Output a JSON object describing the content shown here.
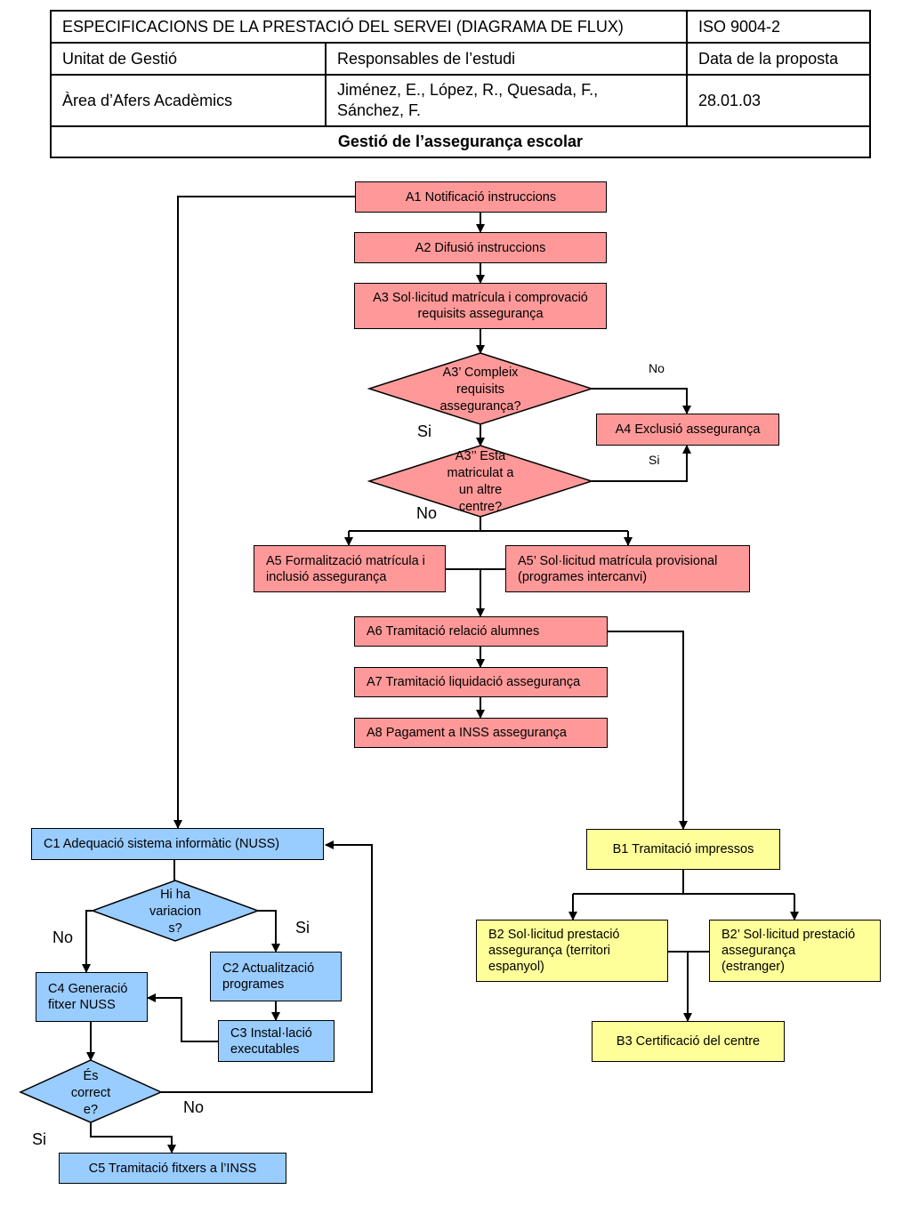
{
  "header": {
    "title": "ESPECIFICACIONS DE LA PRESTACIÓ DEL SERVEI (DIAGRAMA DE FLUX)",
    "standard": "ISO 9004-2",
    "col1_label": "Unitat de Gestió",
    "col2_label": "Responsables de l’estudi",
    "col3_label": "Data de la proposta",
    "unit": "Àrea d’Afers Acadèmics",
    "responsibles_line1": "Jiménez, E., López, R., Quesada, F.,",
    "responsibles_line2": "Sánchez, F.",
    "date": "28.01.03",
    "process_title": "Gestió de l’assegurança escolar"
  },
  "nodes": {
    "a1": "A1 Notificació instruccions",
    "a2": "A2 Difusió instruccions",
    "a3_l1": "A3 Sol·licitud matrícula i comprovació",
    "a3_l2": "requisits assegurança",
    "d_a3p_l1": "A3’ Compleix",
    "d_a3p_l2": "requisits",
    "d_a3p_l3": "assegurança?",
    "a4": "A4 Exclusió assegurança",
    "d_a3pp_l1": "A3’’ Esta",
    "d_a3pp_l2": "matriculat a",
    "d_a3pp_l3": "un altre",
    "d_a3pp_l4": "centre?",
    "a5_l1": "A5 Formalització matrícula i",
    "a5_l2": "inclusió assegurança",
    "a5p_l1": "A5’ Sol·licitud matrícula provisional",
    "a5p_l2": "(programes intercanvi)",
    "a6": "A6 Tramitació relació alumnes",
    "a7": "A7 Tramitació liquidació assegurança",
    "a8": "A8 Pagament a INSS assegurança",
    "b1": "B1 Tramitació impressos",
    "b2_l1": "B2 Sol·licitud prestació",
    "b2_l2": "assegurança (territori",
    "b2_l3": "espanyol)",
    "b2p_l1": "B2’ Sol·licitud prestació",
    "b2p_l2": "assegurança",
    "b2p_l3": "(estranger)",
    "b3": "B3 Certificació del centre",
    "c1": "C1 Adequació sistema informàtic (NUSS)",
    "d_c_var_l1": "Hi ha",
    "d_c_var_l2": "variacion",
    "d_c_var_l3": "s?",
    "c2_l1": "C2 Actualització",
    "c2_l2": "programes",
    "c3_l1": "C3 Instal·lació",
    "c3_l2": "executables",
    "c4_l1": "C4 Generació",
    "c4_l2": "fitxer NUSS",
    "d_c_ok_l1": "És",
    "d_c_ok_l2": "correct",
    "d_c_ok_l3": "e?",
    "c5": "C5 Tramitació fitxers a l’INSS"
  },
  "labels": {
    "a3p_no": "No",
    "a3p_si": "Si",
    "a3pp_si": "Si",
    "a3pp_no": "No",
    "var_no": "No",
    "var_si": "Si",
    "ok_no": "No",
    "ok_si": "Si"
  },
  "colors": {
    "academic_track": "#ff9999",
    "computer_track": "#99ccff",
    "claims_track": "#ffff99"
  }
}
